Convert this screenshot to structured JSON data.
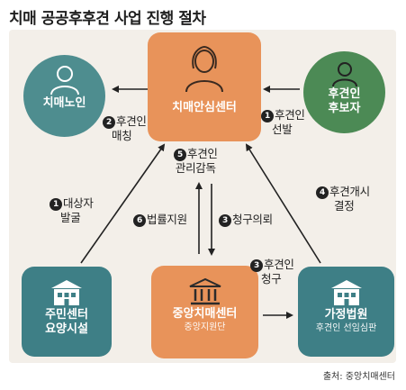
{
  "title": "치매 공공후후견 사업 진행 절차",
  "source": "출처: 중앙치매센터",
  "nodes": {
    "elderly": {
      "label": "치매노인",
      "color": "#4e8d8f"
    },
    "center": {
      "label": "치매안심센터",
      "color": "#e8935a"
    },
    "guardian": {
      "label": "후견인",
      "label2": "후보자",
      "color": "#4c8a55"
    },
    "facility": {
      "label": "주민센터",
      "label2": "요양시설",
      "color": "#3e7f86"
    },
    "central": {
      "label": "중앙치매센터",
      "sub": "중앙지원단",
      "color": "#e8935a"
    },
    "court": {
      "label": "가정법원",
      "sub": "후견인 선임심판",
      "color": "#3e7f86"
    }
  },
  "steps": {
    "s1": {
      "num": "1",
      "line1": "후견인",
      "line2": "선발"
    },
    "s2": {
      "num": "2",
      "line1": "후견인",
      "line2": "매칭"
    },
    "s3a": {
      "num": "3",
      "text": "청구의뢰"
    },
    "s3b": {
      "num": "3",
      "line1": "후견인",
      "line2": "청구"
    },
    "s4": {
      "num": "4",
      "line1": "후견개시",
      "line2": "결정"
    },
    "s5": {
      "num": "5",
      "line1": "후견인",
      "line2": "관리감독"
    },
    "s6": {
      "num": "6",
      "text": "법률지원"
    },
    "s1b": {
      "num": "1",
      "line1": "대상자",
      "line2": "발굴"
    }
  }
}
